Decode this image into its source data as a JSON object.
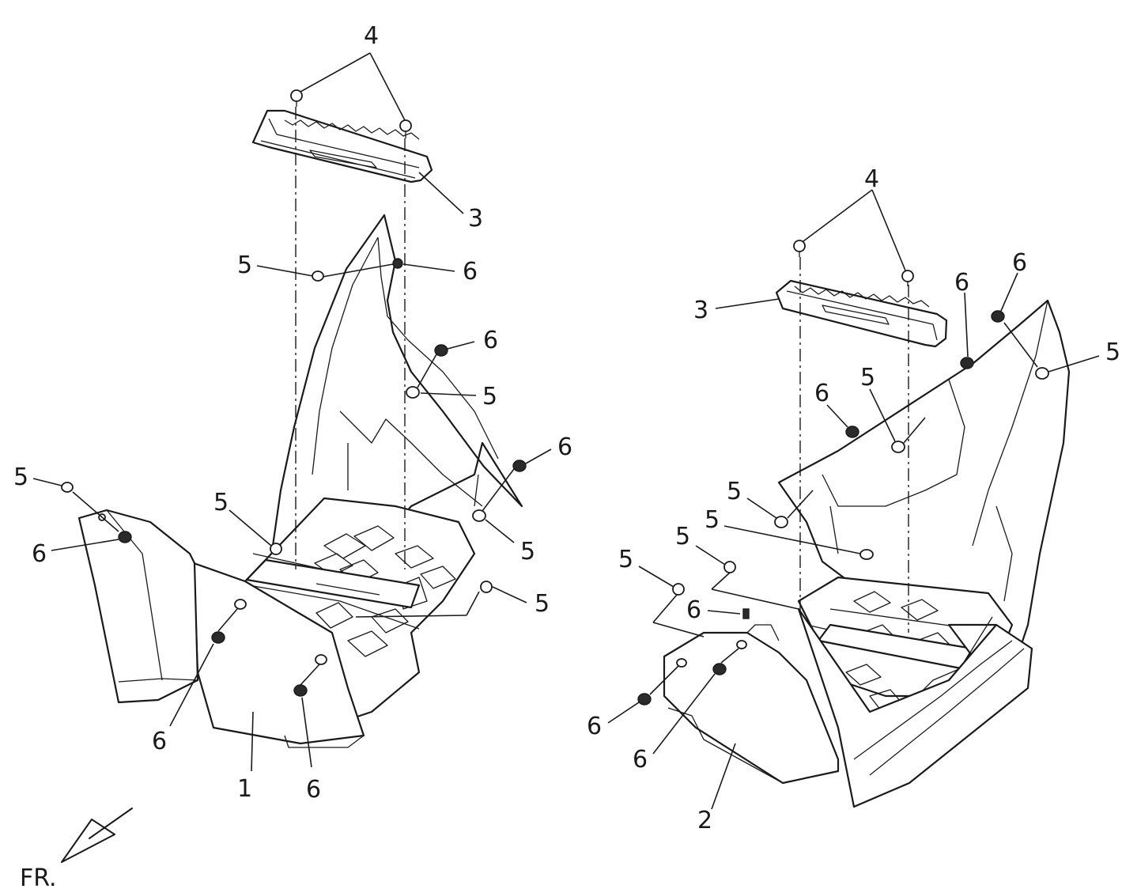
{
  "callouts": {
    "left_4": "4",
    "left_3": "3",
    "left_5_top": "5",
    "left_6_top": "6",
    "left_6_mid": "6",
    "left_5_mid": "5",
    "left_6_right": "6",
    "left_5_outer": "5",
    "left_6_outer": "6",
    "left_5_inner": "5",
    "left_5_lower": "5",
    "left_5_bottom": "5",
    "left_6_bottom_left": "6",
    "left_1": "1",
    "left_6_bottom": "6",
    "right_4": "4",
    "right_3": "3",
    "right_6_top": "6",
    "right_6_second": "6",
    "right_5_far": "5",
    "right_5_mid": "5",
    "right_6_mid": "6",
    "right_5_a": "5",
    "right_5_b": "5",
    "right_5_c": "5",
    "right_5_d": "5",
    "right_6_small": "6",
    "right_6_outer": "6",
    "right_6_lower": "6",
    "right_2": "2"
  },
  "direction_label": "FR."
}
